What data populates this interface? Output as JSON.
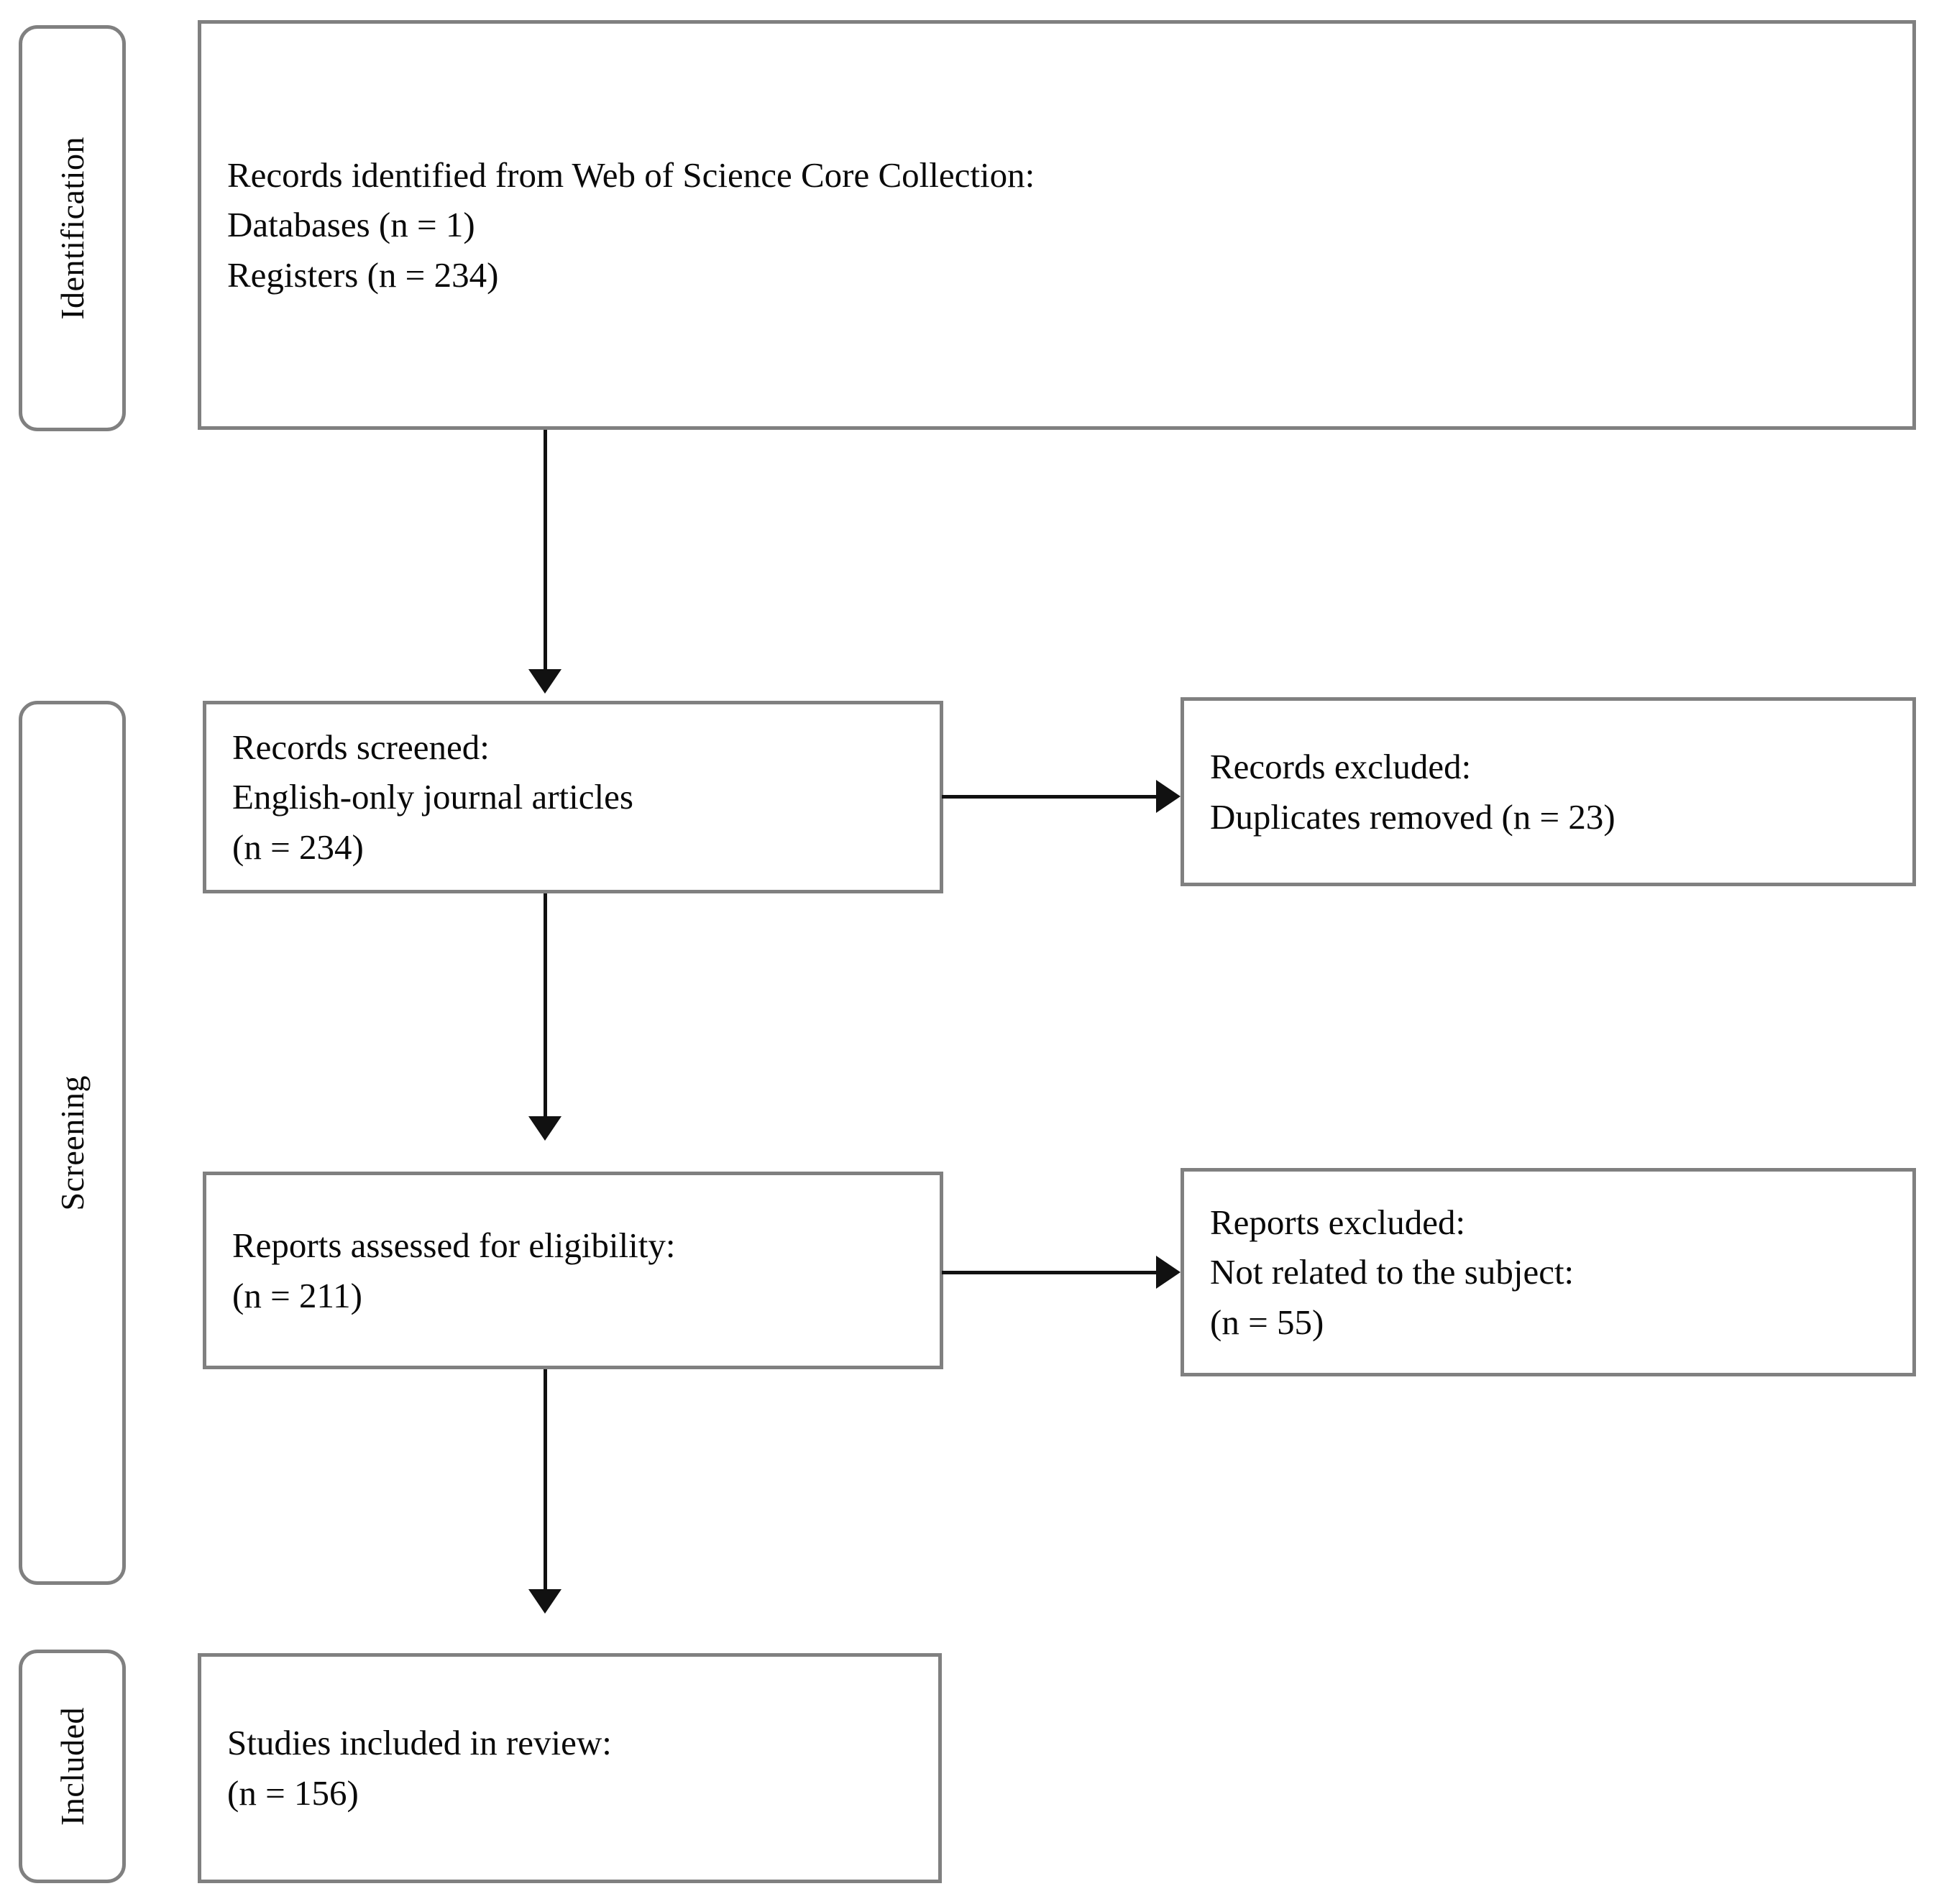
{
  "diagram": {
    "type": "prisma-flow-diagram",
    "colors": {
      "box_border": "#808080",
      "box_fill": "#ffffff",
      "arrow": "#111111",
      "text": "#0a0a0a",
      "page_background": "#ffffff"
    }
  },
  "stages": [
    {
      "id": "identification",
      "label": "Identification"
    },
    {
      "id": "screening",
      "label": "Screening"
    },
    {
      "id": "included",
      "label": "Included"
    }
  ],
  "boxes": {
    "identified": {
      "lines": [
        "Records identified from Web of Science Core Collection:",
        "Databases (n = 1)",
        "Registers (n = 234)"
      ]
    },
    "screened": {
      "lines": [
        "Records screened:",
        "English-only journal articles",
        "(n = 234)"
      ]
    },
    "records_excluded": {
      "lines": [
        "Records excluded:",
        "Duplicates removed (n = 23)"
      ]
    },
    "eligibility": {
      "lines": [
        "Reports assessed for eligibility:",
        "(n = 211)"
      ]
    },
    "reports_excluded": {
      "lines": [
        "Reports excluded:",
        "Not related to the subject:",
        "(n = 55)"
      ]
    },
    "included_studies": {
      "lines": [
        "Studies included in review:",
        "(n = 156)"
      ]
    }
  },
  "counts": {
    "databases": 1,
    "registers": 234,
    "records_screened": 234,
    "duplicates_removed": 23,
    "reports_assessed": 211,
    "reports_excluded_not_related": 55,
    "studies_included": 156
  }
}
